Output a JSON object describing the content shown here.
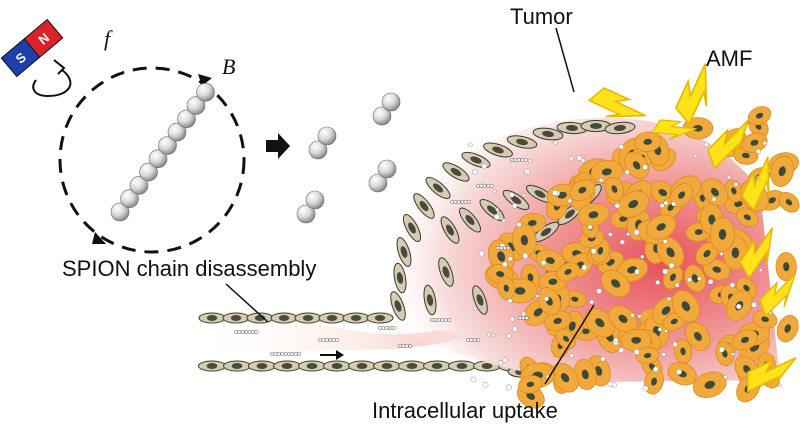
{
  "labels": {
    "tumor": "Tumor",
    "amf": "AMF",
    "field": "B",
    "frequency": "f",
    "chain_disassembly": "SPION chain disassembly",
    "uptake": "Intracellular uptake"
  },
  "magnet": {
    "south": "S",
    "north": "N"
  },
  "colors": {
    "magnet_south": "#1f3fa8",
    "magnet_north": "#d8232a",
    "particle": "#cfcfcf",
    "vessel_cell": "#d6ccb4",
    "cell_nucleus": "#4a4a3a",
    "tumor_cell": "#f2a93b",
    "tumor_glow": "#ef6b6b",
    "lightning": "#ffe21a"
  }
}
